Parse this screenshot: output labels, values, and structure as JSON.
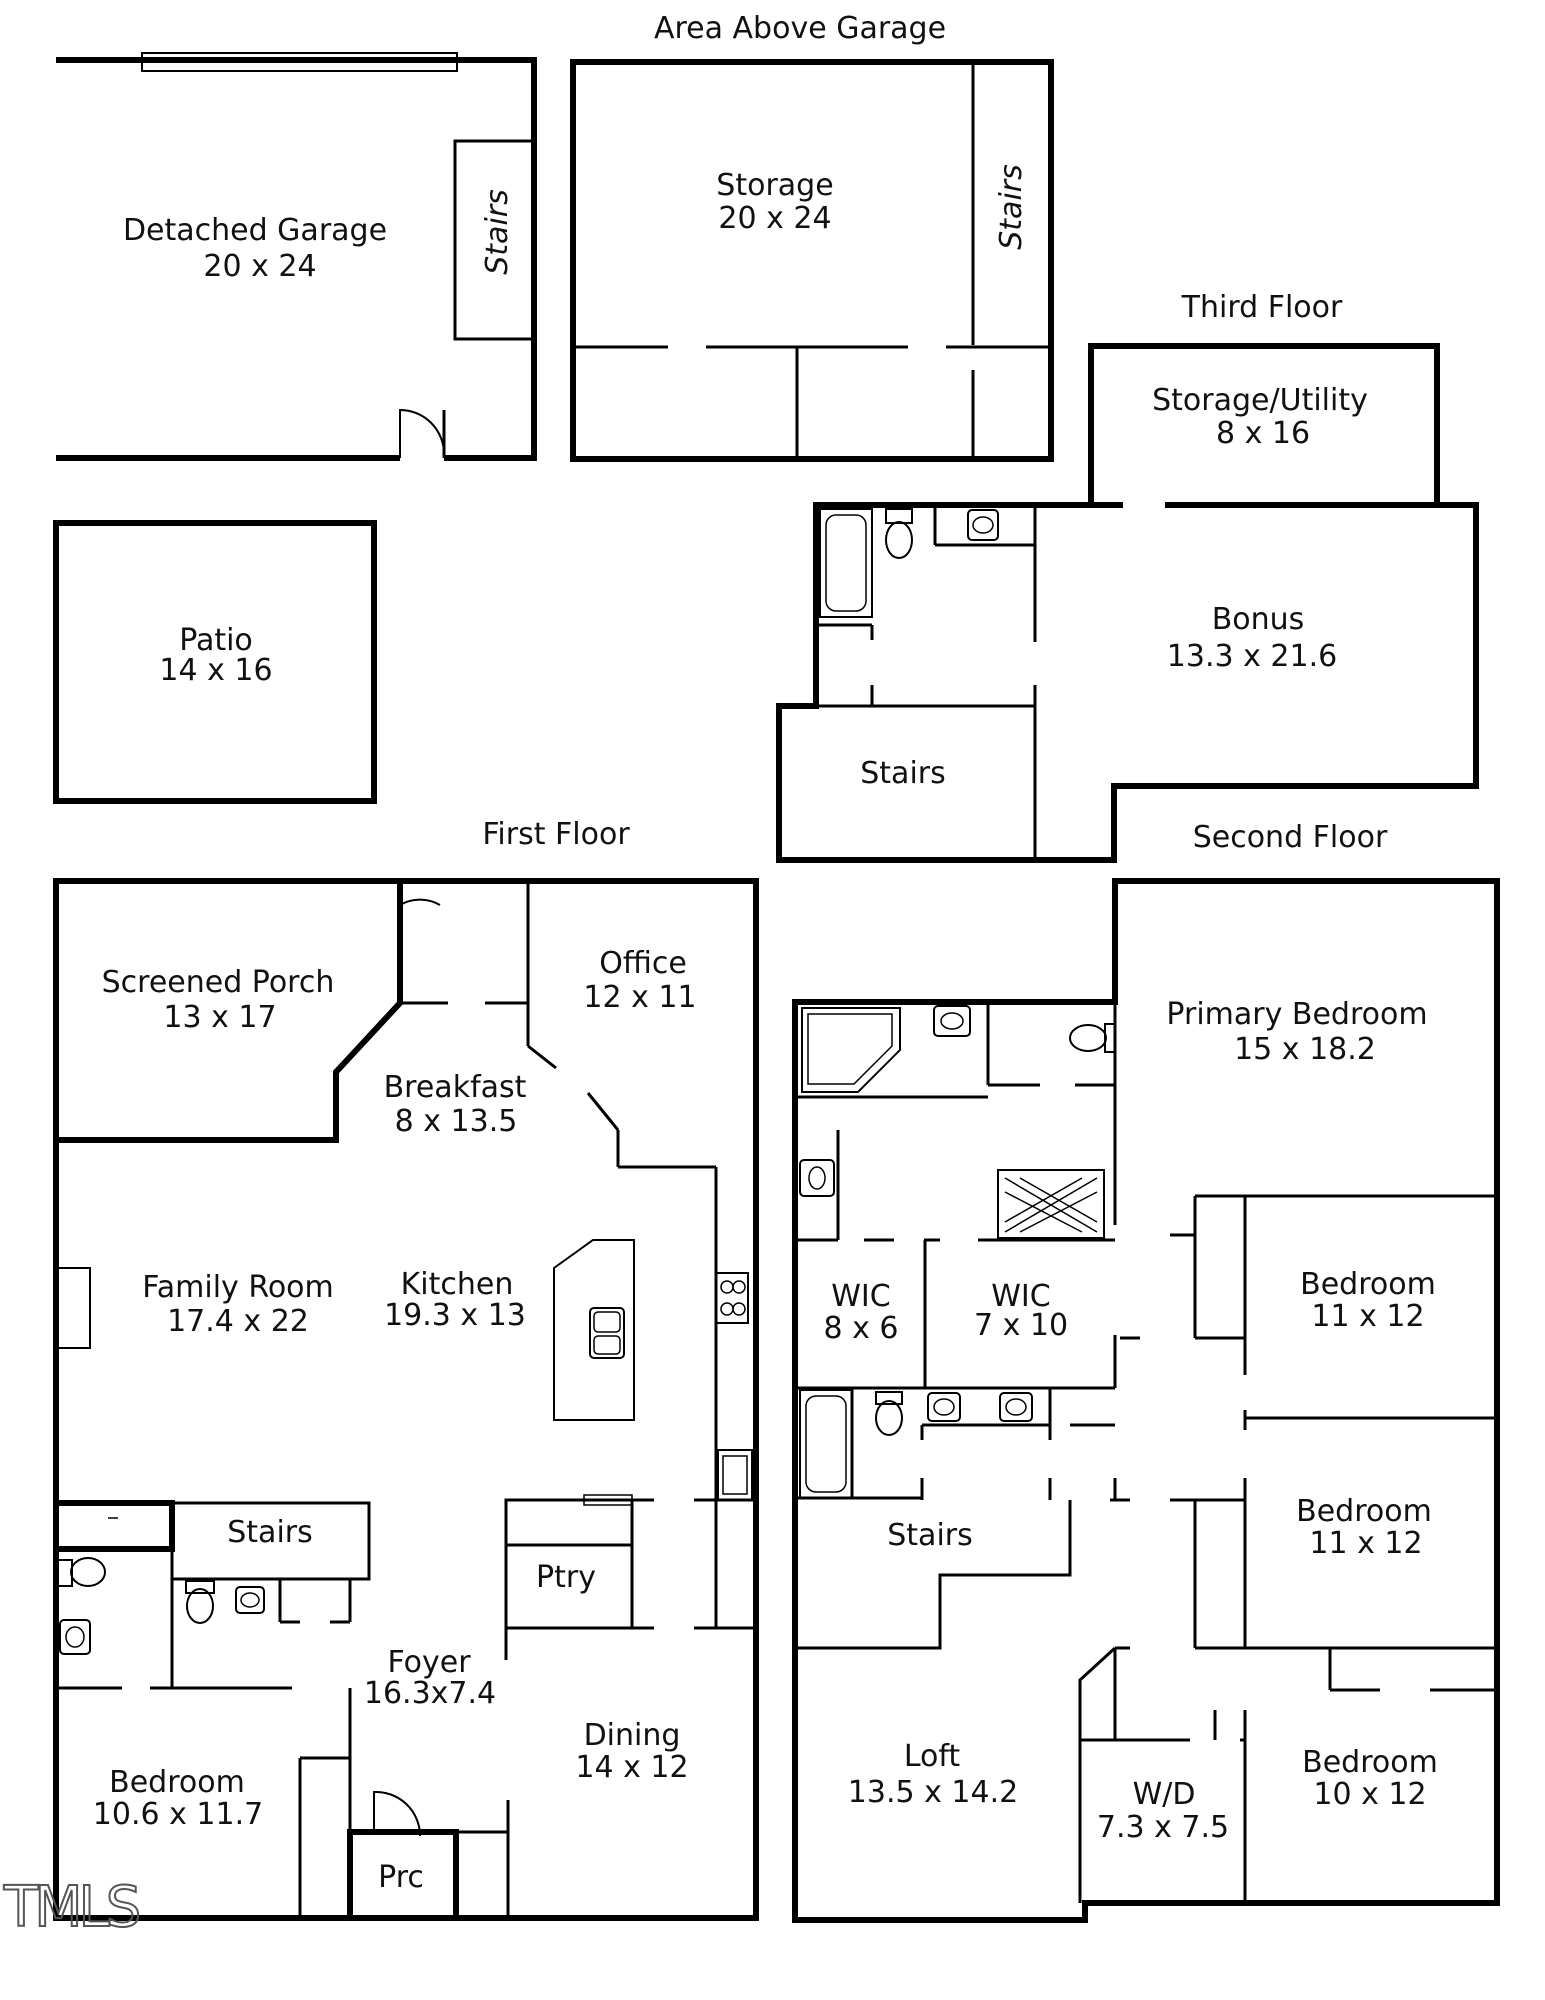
{
  "titles": {
    "area_above_garage": "Area Above Garage",
    "third_floor": "Third Floor",
    "first_floor": "First Floor",
    "second_floor": "Second Floor"
  },
  "rooms": {
    "detached_garage": {
      "name": "Detached Garage",
      "dims": "20 x 24"
    },
    "garage_stairs": {
      "name": "Stairs"
    },
    "storage_above_garage": {
      "name": "Storage",
      "dims": "20 x 24"
    },
    "storage_stairs": {
      "name": "Stairs"
    },
    "patio": {
      "name": "Patio",
      "dims": "14 x 16"
    },
    "storage_utility": {
      "name": "Storage/Utility",
      "dims": "8 x 16"
    },
    "bonus": {
      "name": "Bonus",
      "dims": "13.3 x 21.6"
    },
    "third_floor_stairs": {
      "name": "Stairs"
    },
    "screened_porch": {
      "name": "Screened Porch",
      "dims": "13 x 17"
    },
    "office": {
      "name": "Office",
      "dims": "12 x 11"
    },
    "breakfast": {
      "name": "Breakfast",
      "dims": "8 x 13.5"
    },
    "family_room": {
      "name": "Family Room",
      "dims": "17.4 x 22"
    },
    "kitchen": {
      "name": "Kitchen",
      "dims": "19.3 x 13"
    },
    "first_floor_stairs": {
      "name": "Stairs"
    },
    "pantry": {
      "name": "Ptry"
    },
    "foyer": {
      "name": "Foyer",
      "dims": "16.3x7.4"
    },
    "dining": {
      "name": "Dining",
      "dims": "14 x 12"
    },
    "first_floor_bedroom": {
      "name": "Bedroom",
      "dims": "10.6 x 11.7"
    },
    "porch": {
      "name": "Prc"
    },
    "primary_bedroom": {
      "name": "Primary Bedroom",
      "dims": "15 x 18.2"
    },
    "wic_1": {
      "name": "WIC",
      "dims": "8 x 6"
    },
    "wic_2": {
      "name": "WIC",
      "dims": "7 x 10"
    },
    "bedroom_2": {
      "name": "Bedroom",
      "dims": "11 x 12"
    },
    "bedroom_3": {
      "name": "Bedroom",
      "dims": "11 x 12"
    },
    "second_floor_stairs": {
      "name": "Stairs"
    },
    "loft": {
      "name": "Loft",
      "dims": "13.5 x 14.2"
    },
    "laundry": {
      "name": "W/D",
      "dims": "7.3 x 7.5"
    },
    "bedroom_4": {
      "name": "Bedroom",
      "dims": "10 x 12"
    }
  },
  "watermark": "TMLS"
}
